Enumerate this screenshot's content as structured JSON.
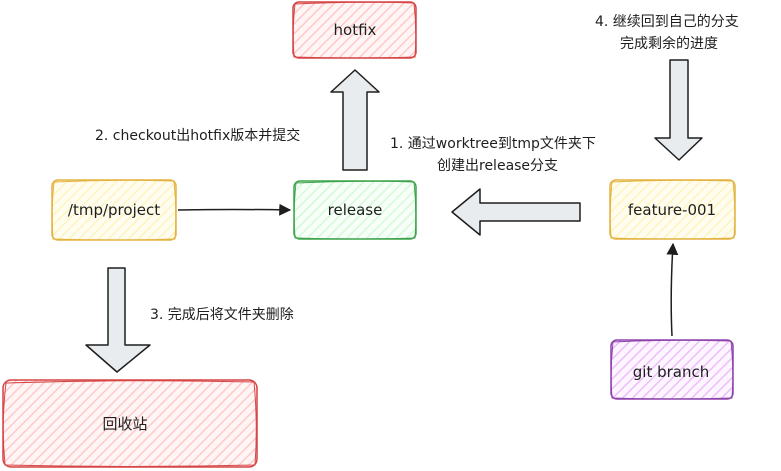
{
  "nodes": {
    "hotfix": "hotfix",
    "project": "/tmp/project",
    "release": "release",
    "feature": "feature-001",
    "branch": "git branch",
    "recycle": "回收站"
  },
  "notes": {
    "step1_line1": "1. 通过worktree到tmp文件夹下",
    "step1_line2": "创建出release分支",
    "step2": "2. checkout出hotfix版本并提交",
    "step3": "3. 完成后将文件夹删除",
    "step4_line1": "4. 继续回到自己的分支",
    "step4_line2": "完成剩余的进度"
  },
  "colors": {
    "red_stroke": "#d64545",
    "red_fill": "#ffc9c9",
    "yellow_stroke": "#e3b341",
    "yellow_fill": "#fff3bf",
    "green_stroke": "#3fa34d",
    "green_fill": "#d3f9d8",
    "purple_stroke": "#8e44ad",
    "purple_fill": "#eebefa",
    "arrow_stroke": "#1e1e1e",
    "arrow_fill": "#e9ecef"
  }
}
